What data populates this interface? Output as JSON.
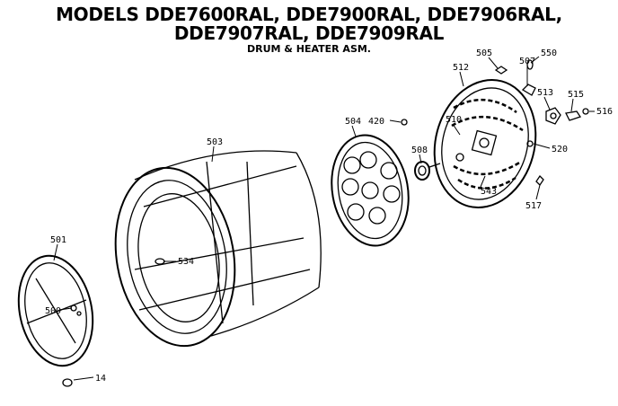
{
  "title": {
    "line1": "MODELS DDE7600RAL, DDE7900RAL, DDE7906RAL,",
    "line2": "DDE7907RAL, DDE7909RAL",
    "subtitle": "DRUM & HEATER ASM."
  },
  "callouts": {
    "p14": "14",
    "p420": "420",
    "p500": "500",
    "p501": "501",
    "p503": "503",
    "p504": "504",
    "p505": "505",
    "p507": "507",
    "p508": "508",
    "p510": "510",
    "p512": "512",
    "p513": "513",
    "p515": "515",
    "p516": "516",
    "p517": "517",
    "p520": "520",
    "p534": "534",
    "p543": "543",
    "p550": "550"
  }
}
